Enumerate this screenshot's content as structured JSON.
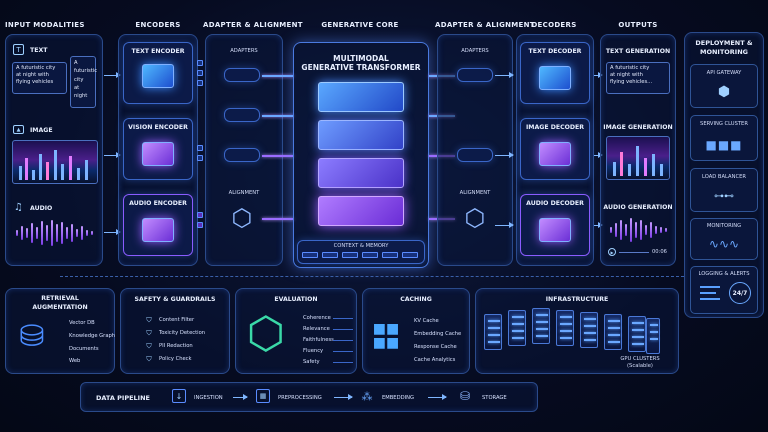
{
  "inputs": {
    "title": "INPUT MODALITIES",
    "text_label": "TEXT",
    "text_sample": [
      "A futuristic city",
      "at night with",
      "flying vehicles"
    ],
    "tokens": [
      "A",
      "futuristic",
      "city",
      "at",
      "night"
    ],
    "image_label": "IMAGE",
    "audio_label": "AUDIO"
  },
  "encoders": {
    "title": "ENCODERS",
    "text": "TEXT ENCODER",
    "vision": "VISION ENCODER",
    "audio": "AUDIO ENCODER"
  },
  "adapter_left": {
    "title": "ADAPTER & ALIGNMENT",
    "adapters": "ADAPTERS",
    "alignment": "ALIGNMENT"
  },
  "core": {
    "title": "GENERATIVE CORE",
    "name_line1": "MULTIMODAL",
    "name_line2": "GENERATIVE TRANSFORMER",
    "memory": "CONTEXT & MEMORY"
  },
  "adapter_right": {
    "title": "ADAPTER & ALIGNMENT",
    "adapters": "ADAPTERS",
    "alignment": "ALIGNMENT"
  },
  "decoders": {
    "title": "DECODERS",
    "text": "TEXT DECODER",
    "image": "IMAGE DECODER",
    "audio": "AUDIO DECODER"
  },
  "outputs": {
    "title": "OUTPUTS",
    "text": "TEXT GENERATION",
    "text_sample": [
      "A futuristic city",
      "at night with",
      "flying vehicles..."
    ],
    "image": "IMAGE GENERATION",
    "audio": "AUDIO GENERATION",
    "audio_time": "00:06"
  },
  "deployment": {
    "title_line1": "DEPLOYMENT &",
    "title_line2": "MONITORING",
    "items": [
      "API GATEWAY",
      "SERVING CLUSTER",
      "LOAD BALANCER",
      "MONITORING",
      "LOGGING & ALERTS"
    ],
    "badge": "24/7"
  },
  "retrieval": {
    "title_line1": "RETRIEVAL",
    "title_line2": "AUGMENTATION",
    "items": [
      "Vector DB",
      "Knowledge Graph",
      "Documents",
      "Web"
    ]
  },
  "safety": {
    "title": "SAFETY & GUARDRAILS",
    "items": [
      "Content Filter",
      "Toxicity Detection",
      "PII Redaction",
      "Policy Check"
    ]
  },
  "evaluation": {
    "title": "EVALUATION",
    "items": [
      "Coherence",
      "Relevance",
      "Faithfulness",
      "Fluency",
      "Safety"
    ]
  },
  "caching": {
    "title": "CACHING",
    "items": [
      "KV Cache",
      "Embedding Cache",
      "Response Cache",
      "Cache Analytics"
    ]
  },
  "infrastructure": {
    "title": "INFRASTRUCTURE",
    "caption_line1": "GPU CLUSTERS",
    "caption_line2": "(Scalable)"
  },
  "pipeline": {
    "title": "DATA PIPELINE",
    "steps": [
      "INGESTION",
      "PREPROCESSING",
      "EMBEDDING",
      "STORAGE"
    ]
  }
}
